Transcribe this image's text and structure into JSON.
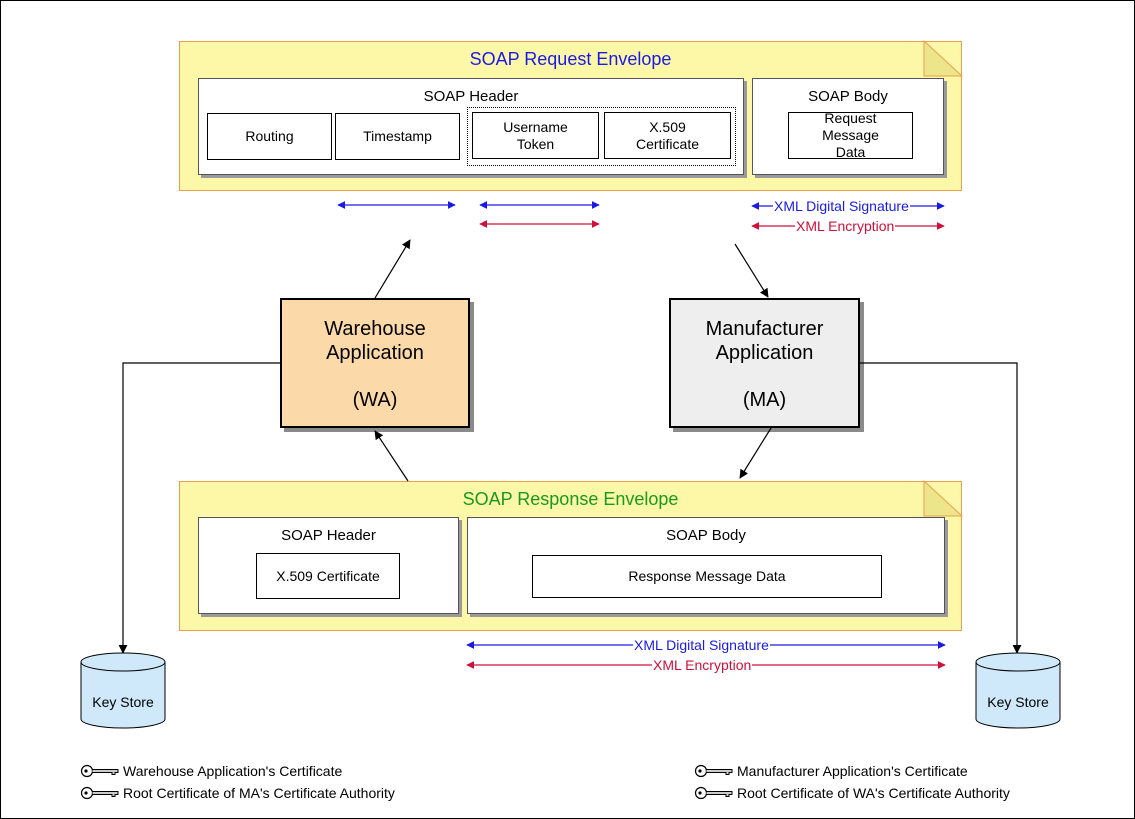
{
  "request_envelope": {
    "title": "SOAP Request Envelope",
    "header": {
      "title": "SOAP Header",
      "items": [
        "Routing",
        "Timestamp",
        "Username Token",
        "X.509 Certificate"
      ]
    },
    "body": {
      "title": "SOAP Body",
      "item": "Request Message Data"
    },
    "signature_label": "XML Digital Signature",
    "encryption_label": "XML Encryption"
  },
  "warehouse_app": {
    "name": "Warehouse Application",
    "abbr": "(WA)"
  },
  "manufacturer_app": {
    "name": "Manufacturer Application",
    "abbr": "(MA)"
  },
  "response_envelope": {
    "title": "SOAP Response Envelope",
    "header": {
      "title": "SOAP Header",
      "item": "X.509 Certificate"
    },
    "body": {
      "title": "SOAP Body",
      "item": "Response Message Data"
    },
    "signature_label": "XML Digital Signature",
    "encryption_label": "XML Encryption"
  },
  "key_stores": {
    "left": "Key Store",
    "right": "Key Store"
  },
  "legend": {
    "left": [
      "Warehouse Application's Certificate",
      "Root Certificate of MA's Certificate Authority"
    ],
    "right": [
      "Manufacturer Application's Certificate",
      "Root Certificate of WA's Certificate Authority"
    ]
  },
  "colors": {
    "envelope_fill": "#fdf8a8",
    "envelope_border": "#e8a050",
    "request_title": "#1a1ae6",
    "response_title": "#1a9a1a",
    "signature": "#1a1ae6",
    "encryption": "#d0103a",
    "warehouse_fill": "#fcd9a8",
    "manufacturer_fill": "#eeeeee",
    "keystore_fill": "#cfe8fa"
  }
}
